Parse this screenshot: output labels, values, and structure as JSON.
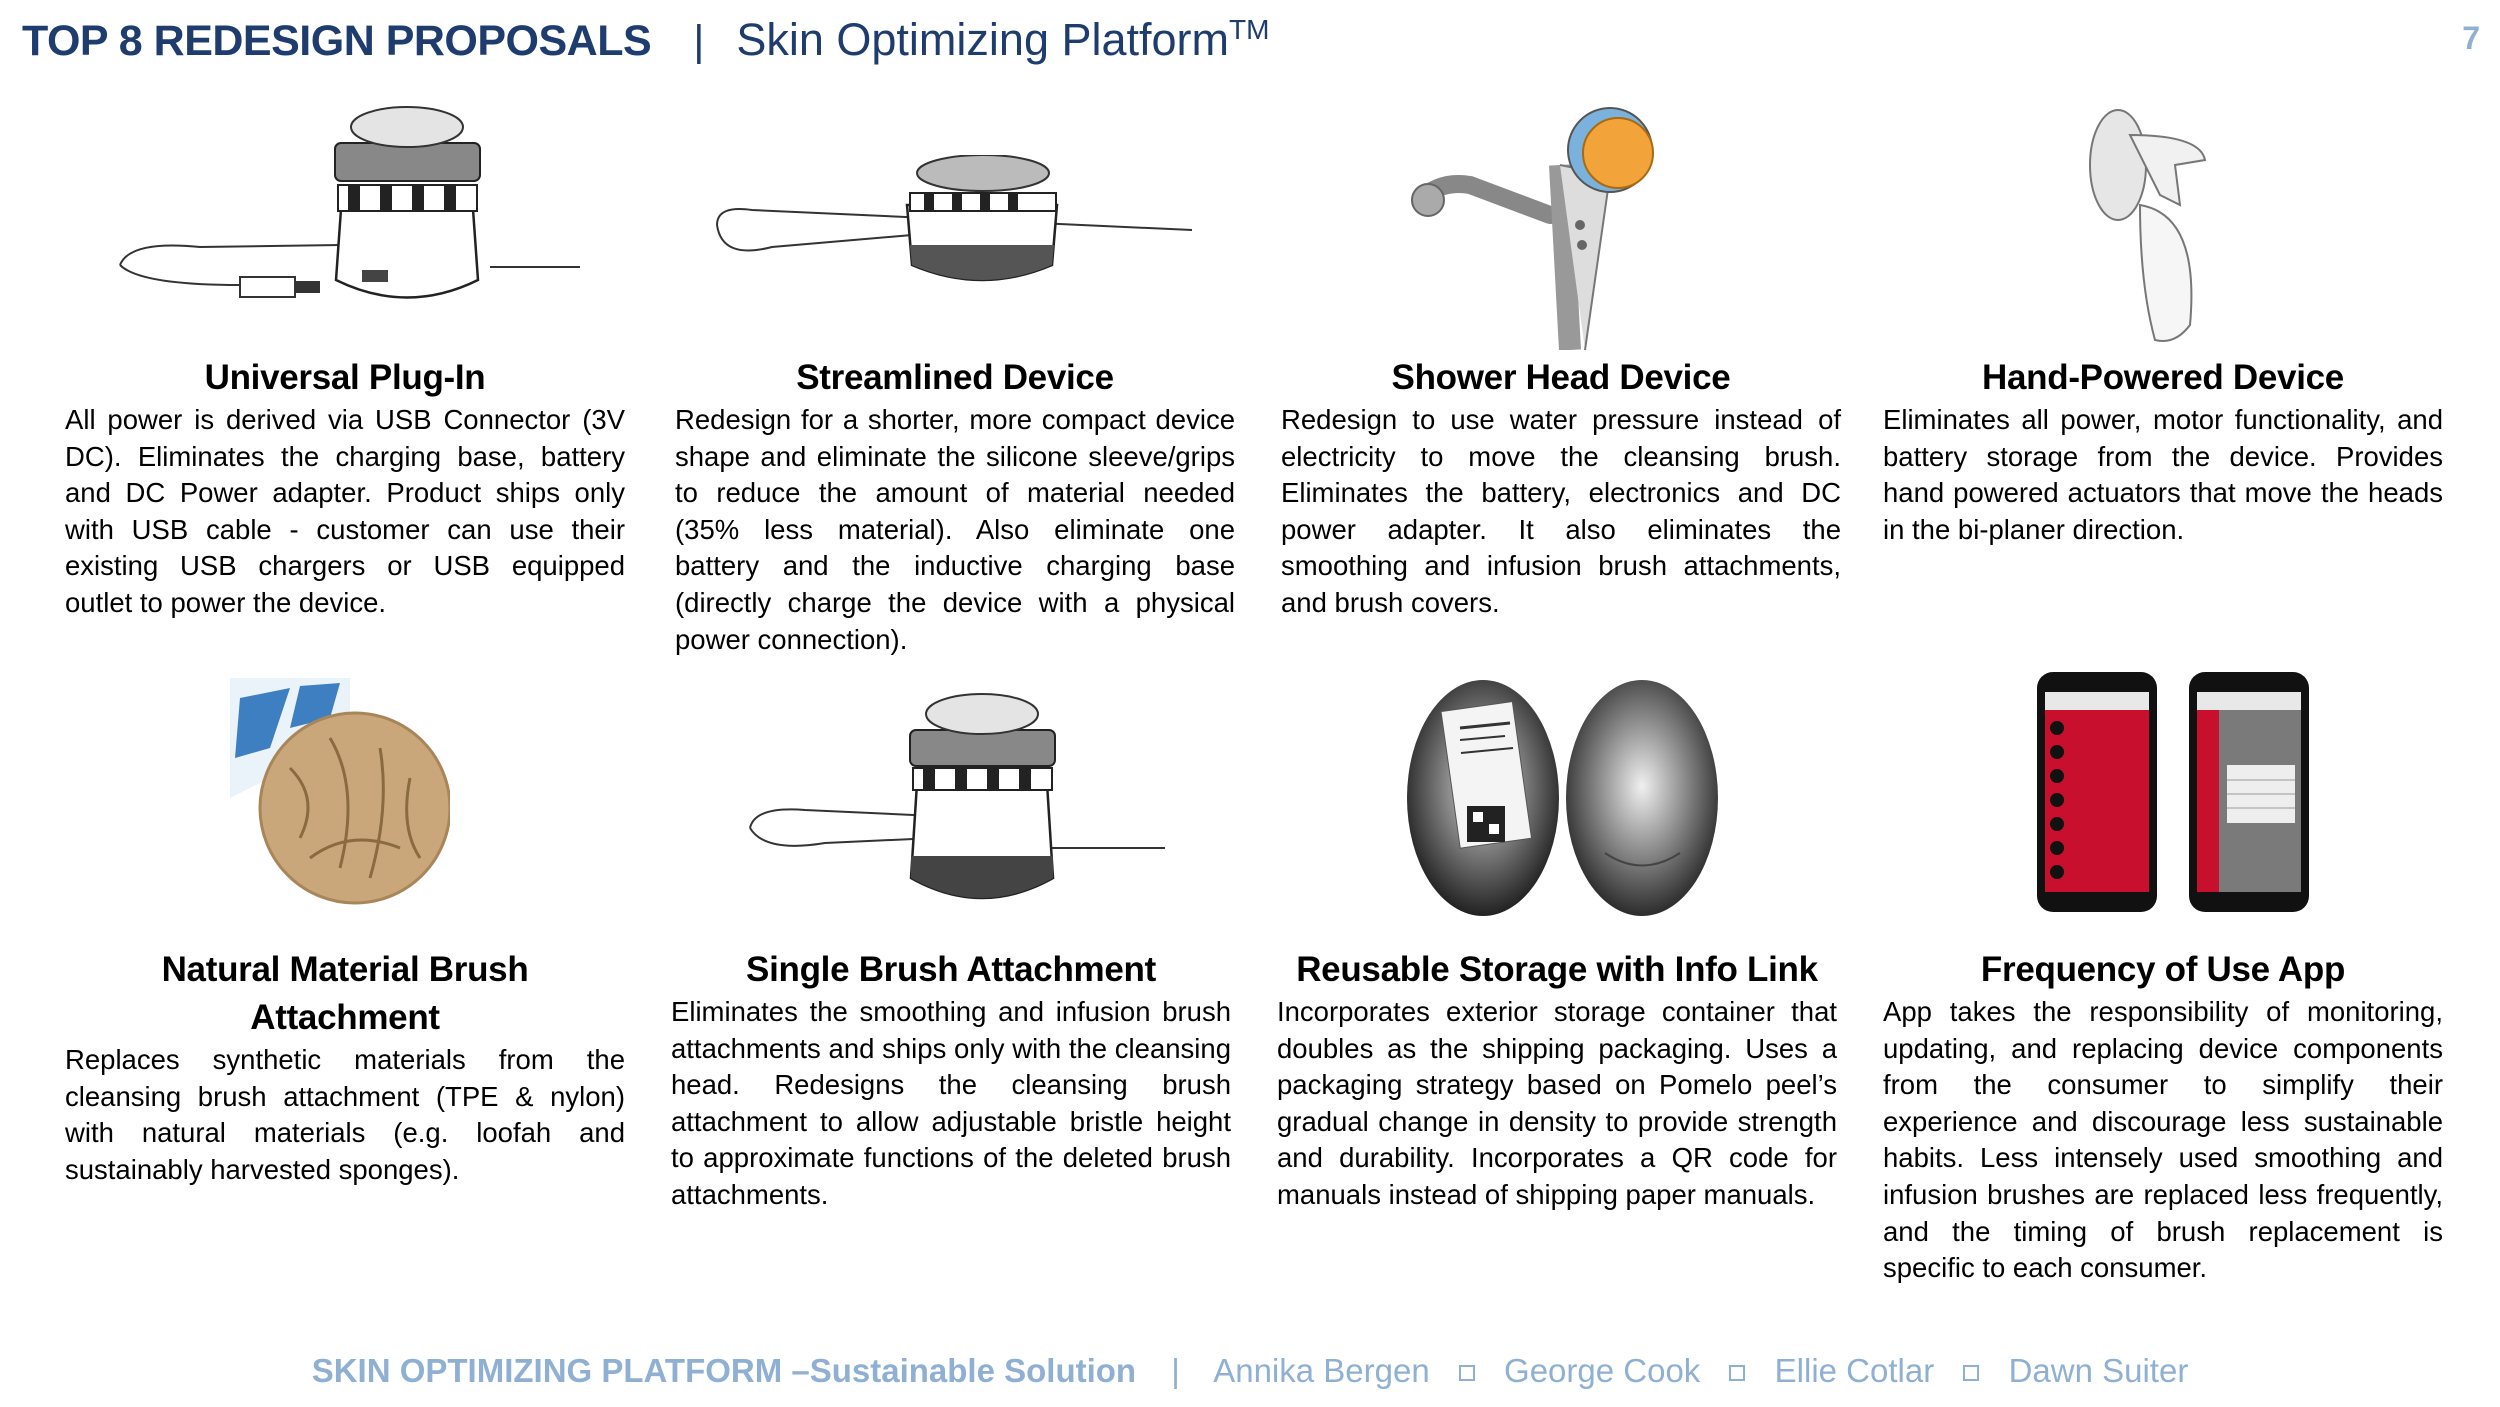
{
  "header": {
    "title": "TOP 8 REDESIGN PROPOSALS",
    "separator": "|",
    "subtitle": "Skin Optimizing Platform",
    "trademark": "TM",
    "page_number": "7"
  },
  "cards": [
    {
      "title": "Universal Plug-In",
      "description": "All power is derived via USB Connector (3V DC). Eliminates the charging base, battery and DC Power adapter. Product ships only with USB cable - customer can use their existing USB chargers or USB equipped outlet to power the device."
    },
    {
      "title": "Streamlined Device",
      "description": "Redesign for a shorter, more compact device shape and eliminate the silicone sleeve/grips to reduce the amount of material needed (35% less material). Also eliminate one battery and the inductive charging base (directly charge the device with a physical power connection)."
    },
    {
      "title": "Shower Head Device",
      "description": "Redesign to use water pressure instead of electricity to move the cleansing brush. Eliminates the battery, electronics and DC power adapter. It also eliminates the smoothing and infusion brush attachments, and brush covers."
    },
    {
      "title": "Hand-Powered Device",
      "description": "Eliminates all power, motor functionality, and battery storage from the device. Provides hand powered actuators that move the heads in the bi-planer direction."
    },
    {
      "title_line1": "Natural Material Brush",
      "title_line2": "Attachment",
      "description": "Replaces synthetic materials from the cleansing brush attachment (TPE & nylon) with natural materials (e.g. loofah and sustainably harvested sponges)."
    },
    {
      "title": "Single Brush Attachment",
      "description": "Eliminates the smoothing and infusion brush attachments and ships only with the cleansing head. Redesigns the cleansing brush attachment to allow adjustable bristle height to approximate functions of the deleted brush attachments."
    },
    {
      "title": "Reusable Storage with Info Link",
      "description": "Incorporates exterior storage container that doubles as the shipping packaging. Uses a packaging strategy based on Pomelo peel’s gradual change in density to provide strength and durability. Incorporates a QR code for manuals instead of shipping paper manuals."
    },
    {
      "title": "Frequency of Use App",
      "description": "App takes the responsibility of monitoring, updating, and replacing device components from the consumer to simplify their experience and discourage less sustainable habits. Less intensely used smoothing and infusion brushes are replaced less frequently, and the timing of brush replacement is specific to each consumer."
    }
  ],
  "footer": {
    "project": "SKIN OPTIMIZING PLATFORM –Sustainable Solution",
    "separator": "|",
    "authors": [
      "Annika Bergen",
      "George Cook",
      "Ellie Cotlar",
      "Dawn Suiter"
    ]
  },
  "colors": {
    "header_blue": "#1f3c6e",
    "footer_blue": "#8fb0d2",
    "app_red": "#c8102e"
  }
}
